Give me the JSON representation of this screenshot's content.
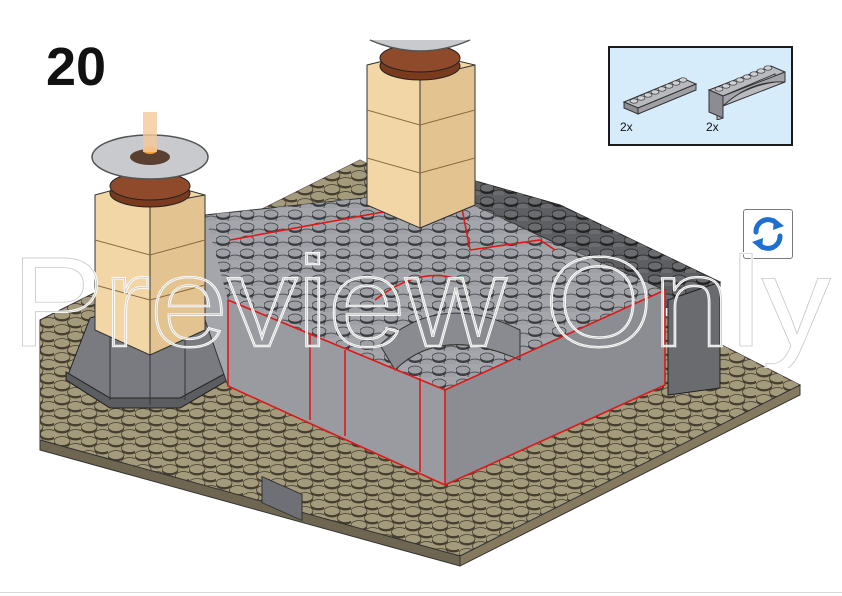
{
  "step": {
    "number": "20"
  },
  "parts": [
    {
      "name": "plate-1x8-light-gray",
      "quantity": "2x"
    },
    {
      "name": "arch-1x8-light-gray",
      "quantity": "2x"
    }
  ],
  "watermark": {
    "text": "Preview Only"
  },
  "colors": {
    "baseplate": "#a49a7c",
    "baseplate_dark": "#6f6651",
    "wall_gray": "#a5a6ab",
    "wall_dark": "#7d7e83",
    "tan": "#f2d6a6",
    "tan_dark": "#d8b888",
    "brown": "#7a3a1e",
    "highlight_red": "#e01818",
    "parts_bg": "#d7ecfb",
    "rotate_icon": "#1f6fd1"
  },
  "icons": {
    "rotate": "rotate-view-icon"
  }
}
